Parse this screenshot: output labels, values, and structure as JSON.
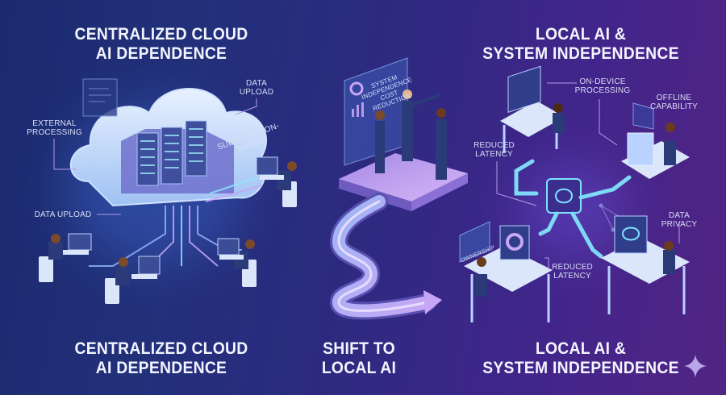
{
  "titles": {
    "top_left": [
      "CENTRALIZED CLOUD",
      "AI DEPENDENCE"
    ],
    "top_right": [
      "LOCAL AI &",
      "SYSTEM INDEPENDENCE"
    ],
    "bottom_left": [
      "CENTRALIZED CLOUD",
      "AI DEPENDENCE"
    ],
    "bottom_center": [
      "SHIFT TO",
      "LOCAL AI"
    ],
    "bottom_right": [
      "LOCAL AI &",
      "SYSTEM INDEPENDENCE"
    ]
  },
  "cloud_labels": {
    "data_upload_top": [
      "DATA",
      "UPLOAD"
    ],
    "external_processing": [
      "EXTERNAL",
      "PROCESSING"
    ],
    "subscription": "SUBSCRIPTION-BASED",
    "data_upload_bottom": "DATA UPLOAD"
  },
  "board_labels": {
    "line1": "SYSTEM",
    "line2": "INDEPENDENCE",
    "line3": "COST",
    "line4": "REDUCTION"
  },
  "local_labels": {
    "on_device": [
      "ON-DEVICE",
      "PROCESSING"
    ],
    "offline": [
      "OFFLINE",
      "CAPABILITY"
    ],
    "reduced_latency_top": [
      "REDUCED",
      "LATENCY"
    ],
    "data_privacy": [
      "DATA",
      "PRIVACY"
    ],
    "reduced_latency_bottom": [
      "REDUCED",
      "LATENCY"
    ],
    "ownership": "OWNERSHIP"
  },
  "colors": {
    "bg_left": "#1b2a6e",
    "bg_right": "#522484",
    "cyan_accent": "#6fd6f2",
    "lavender_accent": "#b99cf0",
    "desk": "#dbe6fb",
    "suit": "#2b3a78"
  }
}
